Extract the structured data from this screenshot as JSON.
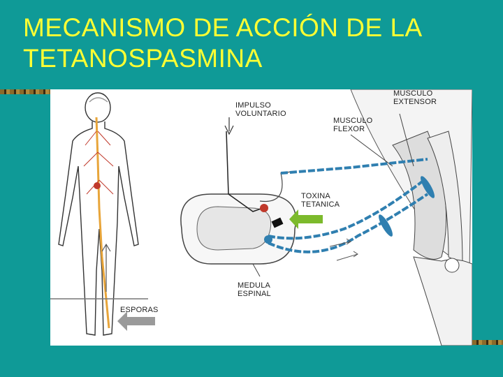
{
  "title": {
    "line1": "MECANISMO DE ACCIÓN DE LA",
    "line2": "TETANOSPASMINA"
  },
  "labels": {
    "impulso": [
      "IMPULSO",
      "VOLUNTARIO"
    ],
    "musculo_extensor": [
      "MUSCULO",
      "EXTENSOR"
    ],
    "musculo_flexor": [
      "MUSCULO",
      "FLEXOR"
    ],
    "toxina": [
      "TOXINA",
      "TETANICA"
    ],
    "medula": [
      "MEDULA",
      "ESPINAL"
    ],
    "esporas": "ESPORAS"
  },
  "colors": {
    "background": "#0f9a97",
    "title": "#ffff33",
    "nerve": "#2f7fb0",
    "arrow_green": "#7cba2c",
    "spine": "#e8a53a"
  }
}
